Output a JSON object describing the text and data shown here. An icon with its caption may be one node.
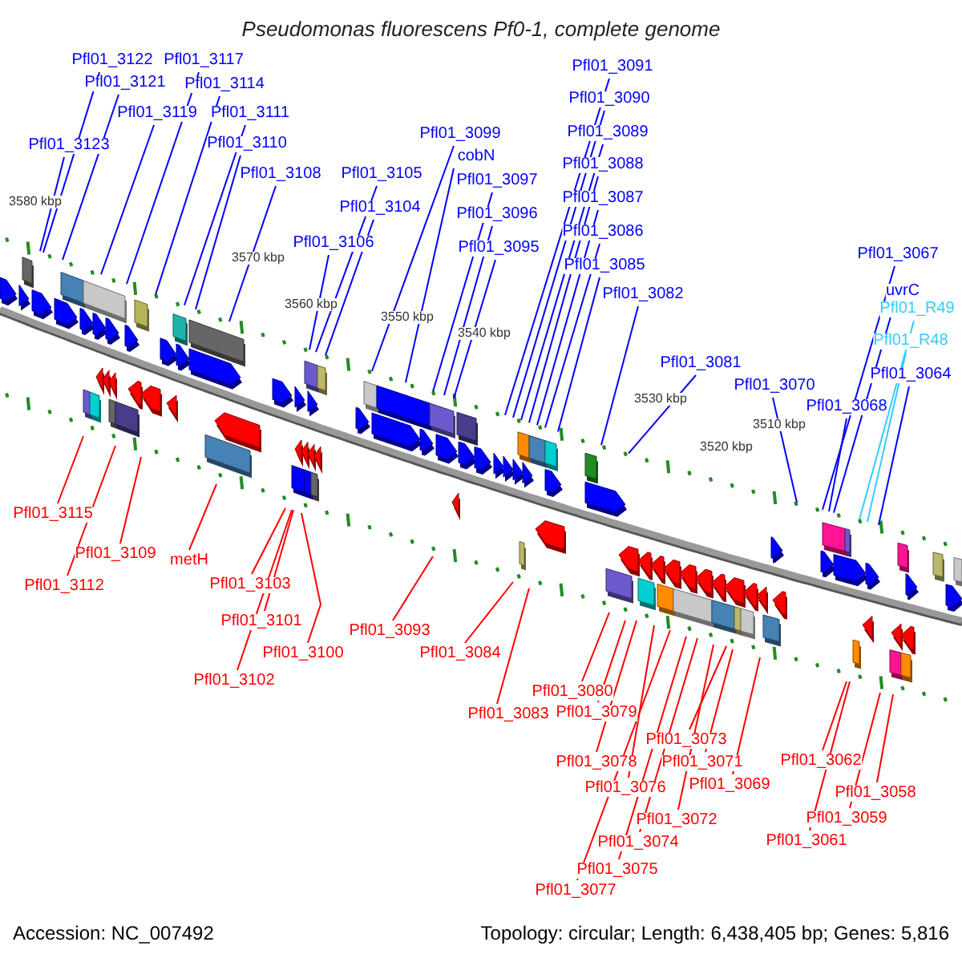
{
  "diagram": {
    "title": "Pseudomonas fluorescens Pf0-1, complete genome",
    "nodes": [
      {
        "text": [
          "Pfl01_3123"
        ]
      },
      {
        "text": [
          "Pfl01_3122"
        ]
      },
      {
        "text": [
          "Pfl01_3121"
        ]
      },
      {
        "text": [
          "Pfl01_3117"
        ]
      },
      {
        "text": [
          "Pfl01_3119"
        ]
      },
      {
        "text": [
          "Pfl01_3114"
        ]
      },
      {
        "text": [
          "Pfl01_3111"
        ]
      },
      {
        "text": [
          "Pfl01_3110"
        ]
      },
      {
        "text": [
          "Pfl01_3108"
        ]
      },
      {
        "text": [
          "Pfl01_3105"
        ]
      },
      {
        "text": [
          "Pfl01_3104"
        ]
      },
      {
        "text": [
          "Pfl01_3106"
        ]
      },
      {
        "text": [
          "Pfl01_3099"
        ]
      },
      {
        "text": [
          "cobN"
        ]
      },
      {
        "text": [
          "Pfl01_3097"
        ]
      },
      {
        "text": [
          "Pfl01_3096"
        ]
      },
      {
        "text": [
          "Pfl01_3095"
        ]
      },
      {
        "text": [
          "Pfl01_3091"
        ]
      },
      {
        "text": [
          "Pfl01_3090"
        ]
      },
      {
        "text": [
          "Pfl01_3089"
        ]
      },
      {
        "text": [
          "Pfl01_3088"
        ]
      },
      {
        "text": [
          "Pfl01_3087"
        ]
      },
      {
        "text": [
          "Pfl01_3086"
        ]
      },
      {
        "text": [
          "Pfl01_3085"
        ]
      },
      {
        "text": [
          "Pfl01_3082"
        ]
      },
      {
        "text": [
          "Pfl01_3081"
        ]
      },
      {
        "text": [
          "Pfl01_3070"
        ]
      },
      {
        "text": [
          "Pfl01_3068"
        ]
      },
      {
        "text": [
          "Pfl01_3067"
        ]
      },
      {
        "text": [
          "uvrC"
        ]
      },
      {
        "text": [
          "Pfl01_R49"
        ]
      },
      {
        "text": [
          "Pfl01_R48"
        ]
      },
      {
        "text": [
          "Pfl01_3064"
        ]
      },
      {
        "text": [
          "Pfl01_3115"
        ]
      },
      {
        "text": [
          "Pfl01_3109"
        ]
      },
      {
        "text": [
          "Pfl01_3112"
        ]
      },
      {
        "text": [
          "metH"
        ]
      },
      {
        "text": [
          "Pfl01_3103"
        ]
      },
      {
        "text": [
          "Pfl01_3101"
        ]
      },
      {
        "text": [
          "Pfl01_3102"
        ]
      },
      {
        "text": [
          "Pfl01_3100"
        ]
      },
      {
        "text": [
          "Pfl01_3093"
        ]
      },
      {
        "text": [
          "Pfl01_3084"
        ]
      },
      {
        "text": [
          "Pfl01_3083"
        ]
      },
      {
        "text": [
          "Pfl01_3080"
        ]
      },
      {
        "text": [
          "Pfl01_3079"
        ]
      },
      {
        "text": [
          "Pfl01_3078"
        ]
      },
      {
        "text": [
          "Pfl01_3076"
        ]
      },
      {
        "text": [
          "Pfl01_3077"
        ]
      },
      {
        "text": [
          "Pfl01_3075"
        ]
      },
      {
        "text": [
          "Pfl01_3074"
        ]
      },
      {
        "text": [
          "Pfl01_3072"
        ]
      },
      {
        "text": [
          "Pfl01_3073"
        ]
      },
      {
        "text": [
          "Pfl01_3071"
        ]
      },
      {
        "text": [
          "Pfl01_3069"
        ]
      },
      {
        "text": [
          "Pfl01_3062"
        ]
      },
      {
        "text": [
          "Pfl01_3061"
        ]
      },
      {
        "text": [
          "Pfl01_3059"
        ]
      },
      {
        "text": [
          "Pfl01_3058"
        ]
      }
    ],
    "edges": [
      {
        "from": 0,
        "to": null,
        "arrow": "none"
      },
      {
        "from": 1,
        "to": null,
        "arrow": "none"
      },
      {
        "from": 2,
        "to": null,
        "arrow": "none"
      },
      {
        "from": 3,
        "to": null,
        "arrow": "none"
      },
      {
        "from": 4,
        "to": null,
        "arrow": "none"
      },
      {
        "from": 5,
        "to": null,
        "arrow": "none"
      },
      {
        "from": 6,
        "to": null,
        "arrow": "none"
      },
      {
        "from": 7,
        "to": null,
        "arrow": "none"
      },
      {
        "from": 8,
        "to": null,
        "arrow": "none"
      },
      {
        "from": 9,
        "to": null,
        "arrow": "none"
      },
      {
        "from": 10,
        "to": null,
        "arrow": "none"
      },
      {
        "from": 11,
        "to": null,
        "arrow": "none"
      },
      {
        "from": 12,
        "to": null,
        "arrow": "none"
      },
      {
        "from": 13,
        "to": null,
        "arrow": "none"
      },
      {
        "from": 14,
        "to": null,
        "arrow": "none"
      },
      {
        "from": 15,
        "to": null,
        "arrow": "none"
      },
      {
        "from": 16,
        "to": null,
        "arrow": "none"
      },
      {
        "from": 17,
        "to": null,
        "arrow": "none"
      },
      {
        "from": 18,
        "to": null,
        "arrow": "none"
      },
      {
        "from": 19,
        "to": null,
        "arrow": "none"
      },
      {
        "from": 20,
        "to": null,
        "arrow": "none"
      },
      {
        "from": 21,
        "to": null,
        "arrow": "none"
      },
      {
        "from": 22,
        "to": null,
        "arrow": "none"
      },
      {
        "from": 23,
        "to": null,
        "arrow": "none"
      },
      {
        "from": 24,
        "to": null,
        "arrow": "none"
      },
      {
        "from": 25,
        "to": null,
        "arrow": "none"
      },
      {
        "from": 26,
        "to": null,
        "arrow": "none"
      },
      {
        "from": 27,
        "to": null,
        "arrow": "none"
      },
      {
        "from": 28,
        "to": null,
        "arrow": "none"
      },
      {
        "from": 29,
        "to": null,
        "arrow": "none"
      },
      {
        "from": 30,
        "to": null,
        "arrow": "none",
        "color": "#33ccff"
      },
      {
        "from": 31,
        "to": null,
        "arrow": "none",
        "color": "#33ccff"
      },
      {
        "from": 32,
        "to": null,
        "arrow": "none"
      },
      {
        "from": 33,
        "to": null,
        "arrow": "none",
        "color": "#ff0000"
      },
      {
        "from": 34,
        "to": null,
        "arrow": "none",
        "color": "#ff0000"
      },
      {
        "from": 35,
        "to": null,
        "arrow": "none",
        "color": "#ff0000"
      },
      {
        "from": 36,
        "to": null,
        "arrow": "none",
        "color": "#ff0000"
      },
      {
        "from": 37,
        "to": null,
        "arrow": "none",
        "color": "#ff0000"
      },
      {
        "from": 38,
        "to": null,
        "arrow": "none",
        "color": "#ff0000"
      },
      {
        "from": 39,
        "to": null,
        "arrow": "none",
        "color": "#ff0000"
      },
      {
        "from": 40,
        "to": null,
        "arrow": "none",
        "color": "#ff0000"
      },
      {
        "from": 41,
        "to": null,
        "arrow": "none",
        "color": "#ff0000"
      },
      {
        "from": 42,
        "to": null,
        "arrow": "none",
        "color": "#ff0000"
      },
      {
        "from": 43,
        "to": null,
        "arrow": "none",
        "color": "#ff0000"
      },
      {
        "from": 44,
        "to": null,
        "arrow": "none",
        "color": "#ff0000"
      },
      {
        "from": 45,
        "to": null,
        "arrow": "none",
        "color": "#ff0000"
      },
      {
        "from": 46,
        "to": null,
        "arrow": "none",
        "color": "#ff0000"
      },
      {
        "from": 47,
        "to": null,
        "arrow": "none",
        "color": "#ff0000"
      },
      {
        "from": 48,
        "to": null,
        "arrow": "none",
        "color": "#ff0000"
      },
      {
        "from": 49,
        "to": null,
        "arrow": "none",
        "color": "#ff0000"
      },
      {
        "from": 50,
        "to": null,
        "arrow": "none",
        "color": "#ff0000"
      },
      {
        "from": 51,
        "to": null,
        "arrow": "none",
        "color": "#ff0000"
      },
      {
        "from": 52,
        "to": null,
        "arrow": "none",
        "color": "#ff0000"
      },
      {
        "from": 53,
        "to": null,
        "arrow": "none",
        "color": "#ff0000"
      },
      {
        "from": 54,
        "to": null,
        "arrow": "none",
        "color": "#ff0000"
      },
      {
        "from": 55,
        "to": null,
        "arrow": "none",
        "color": "#ff0000"
      },
      {
        "from": 56,
        "to": null,
        "arrow": "none",
        "color": "#ff0000"
      },
      {
        "from": 57,
        "to": null,
        "arrow": "none",
        "color": "#ff0000"
      },
      {
        "from": 58,
        "to": null,
        "arrow": "none",
        "color": "#ff0000"
      }
    ],
    "labels": [
      "3580 kbp",
      "3570 kbp",
      "3560 kbp",
      "3550 kbp",
      "3540 kbp",
      "3530 kbp",
      "3520 kbp",
      "3510 kbp",
      "Accession: NC_007492",
      "Topology: circular; Length: 6,438,405 bp; Genes: 5,816"
    ]
  }
}
